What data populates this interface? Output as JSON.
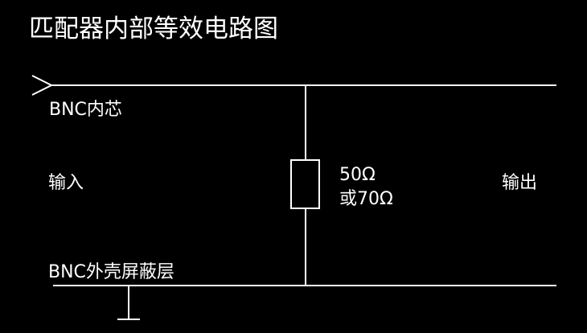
{
  "title": "匹配器内部等效电路图",
  "labels": {
    "core": "BNC内芯",
    "input": "输入",
    "output": "输出",
    "shield": "BNC外壳屏蔽层",
    "resistor_value_1": "50Ω",
    "resistor_value_2": "或70Ω"
  },
  "colors": {
    "background": "#000000",
    "foreground": "#ffffff"
  }
}
